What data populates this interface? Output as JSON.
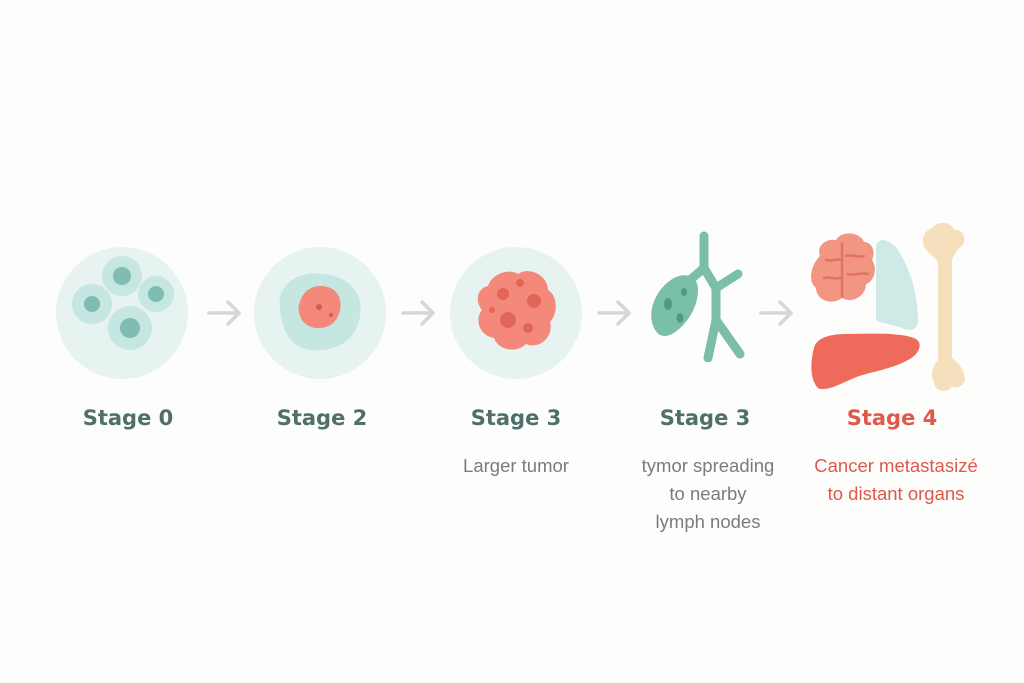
{
  "colors": {
    "teal_text": "#4f6f6b",
    "alert": "#e0584c",
    "desc_gray": "#7b7b7b",
    "circle_bg": "#e6f3f1",
    "cell": "#c6e6e1",
    "nucleus": "#7fbdb3",
    "tumor": "#f4887a",
    "lymph": "#7bbfa7",
    "liver": "#ee6a5a",
    "brain": "#f29683",
    "lung": "#cfe9e6",
    "bone": "#f6dfbd",
    "arrow": "#d6d6d6"
  },
  "stages": [
    {
      "label": "Stage 0",
      "description": "",
      "icon": "normal-cells-icon"
    },
    {
      "label": "Stage 2",
      "description": "",
      "icon": "small-tumor-cell-icon"
    },
    {
      "label": "Stage 3",
      "description": "Larger tumor",
      "icon": "larger-tumor-icon"
    },
    {
      "label": "Stage 3",
      "description": "tymor spreading\nto nearby\nlymph nodes",
      "icon": "lymph-nodes-icon"
    },
    {
      "label": "Stage 4",
      "description": "Cancer metastasizé\nto distant organs",
      "icon": "distant-organs-icon"
    }
  ]
}
